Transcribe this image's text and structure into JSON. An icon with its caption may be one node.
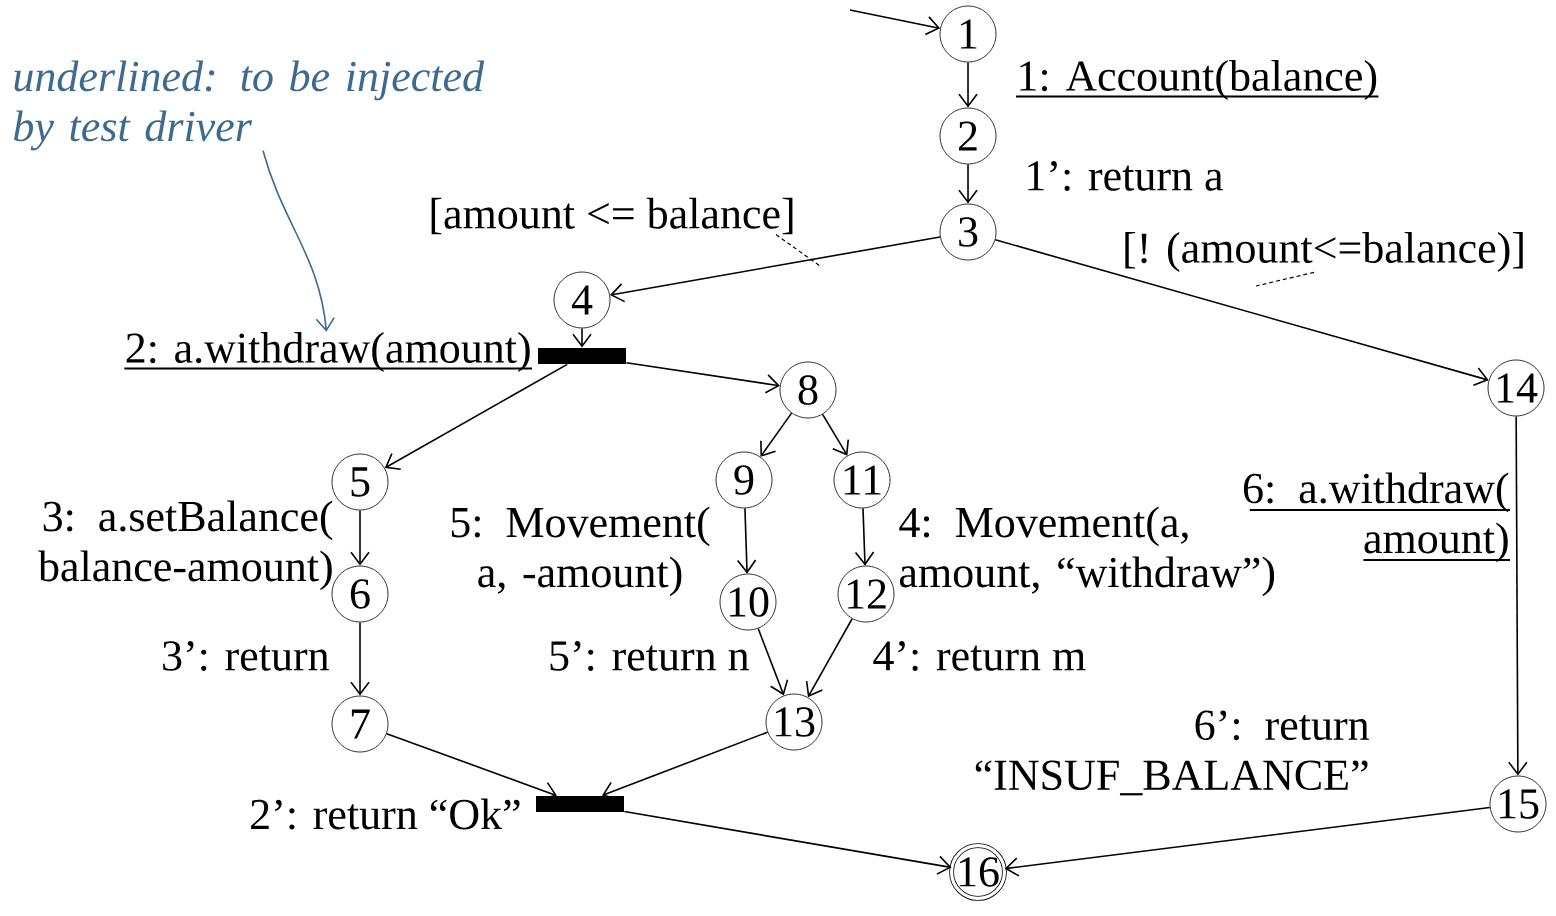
{
  "diagram": {
    "nodes": [
      {
        "text": [
          "1"
        ]
      },
      {
        "text": [
          "2"
        ]
      },
      {
        "text": [
          "3"
        ]
      },
      {
        "text": [
          "4"
        ]
      },
      {
        "text": [
          "5"
        ]
      },
      {
        "text": [
          "6"
        ]
      },
      {
        "text": [
          "7"
        ]
      },
      {
        "text": [
          "8"
        ]
      },
      {
        "text": [
          "9"
        ]
      },
      {
        "text": [
          "10"
        ]
      },
      {
        "text": [
          "11"
        ]
      },
      {
        "text": [
          "12"
        ]
      },
      {
        "text": [
          "13"
        ]
      },
      {
        "text": [
          "14"
        ]
      },
      {
        "text": [
          "15"
        ]
      },
      {
        "text": [
          "16"
        ]
      },
      {
        "text": [],
        "shape": "bar"
      },
      {
        "text": [],
        "shape": "bar",
        "beside": [
          "2’: return “Ok”"
        ]
      },
      {
        "text": [
          "2: a.withdraw(amount)"
        ]
      },
      {
        "text": [
          "underlined: to be injected by test driver"
        ]
      },
      {
        "text": [
          "[amount <= balance]"
        ]
      },
      {
        "text": [
          "[! (amount<=balance)]"
        ]
      }
    ],
    "edges": [
      {
        "from": null,
        "to": 0,
        "arrow": "to"
      },
      {
        "from": 0,
        "to": 1,
        "arrow": "to",
        "label": "1: Account(balance)"
      },
      {
        "from": 1,
        "to": 2,
        "arrow": "to",
        "label": "1’: return a"
      },
      {
        "from": 2,
        "to": 3,
        "arrow": "to"
      },
      {
        "from": 2,
        "to": 13,
        "arrow": "to"
      },
      {
        "from": 20,
        "to": null,
        "arrow": "none",
        "style": "dashed"
      },
      {
        "from": 21,
        "to": null,
        "arrow": "none",
        "style": "dashed"
      },
      {
        "from": 3,
        "to": 16,
        "arrow": "to"
      },
      {
        "from": 16,
        "to": 4,
        "arrow": "to"
      },
      {
        "from": 16,
        "to": 7,
        "arrow": "to"
      },
      {
        "from": 4,
        "to": 5,
        "arrow": "to",
        "label": "3: a.setBalance( balance-amount)"
      },
      {
        "from": 5,
        "to": 6,
        "arrow": "to",
        "label": "3’: return"
      },
      {
        "from": 7,
        "to": 8,
        "arrow": "to"
      },
      {
        "from": 7,
        "to": 10,
        "arrow": "to"
      },
      {
        "from": 8,
        "to": 9,
        "arrow": "to",
        "label": "5: Movement( a, -amount)"
      },
      {
        "from": 10,
        "to": 11,
        "arrow": "to",
        "label": "4: Movement(a, amount, “withdraw”)"
      },
      {
        "from": 9,
        "to": 12,
        "arrow": "to",
        "label": "5’: return n"
      },
      {
        "from": 11,
        "to": 12,
        "arrow": "to",
        "label": "4’: return m"
      },
      {
        "from": 6,
        "to": 17,
        "arrow": "to"
      },
      {
        "from": 12,
        "to": 17,
        "arrow": "to"
      },
      {
        "from": 17,
        "to": 15,
        "arrow": "to"
      },
      {
        "from": 13,
        "to": 14,
        "arrow": "to",
        "label": "6: a.withdraw( amount)"
      },
      {
        "from": 14,
        "to": 15,
        "arrow": "to",
        "label": "6’: return “INSUF_BALANCE”"
      },
      {
        "from": 19,
        "to": 18,
        "arrow": "to",
        "color": "#3d6a8f"
      }
    ]
  }
}
